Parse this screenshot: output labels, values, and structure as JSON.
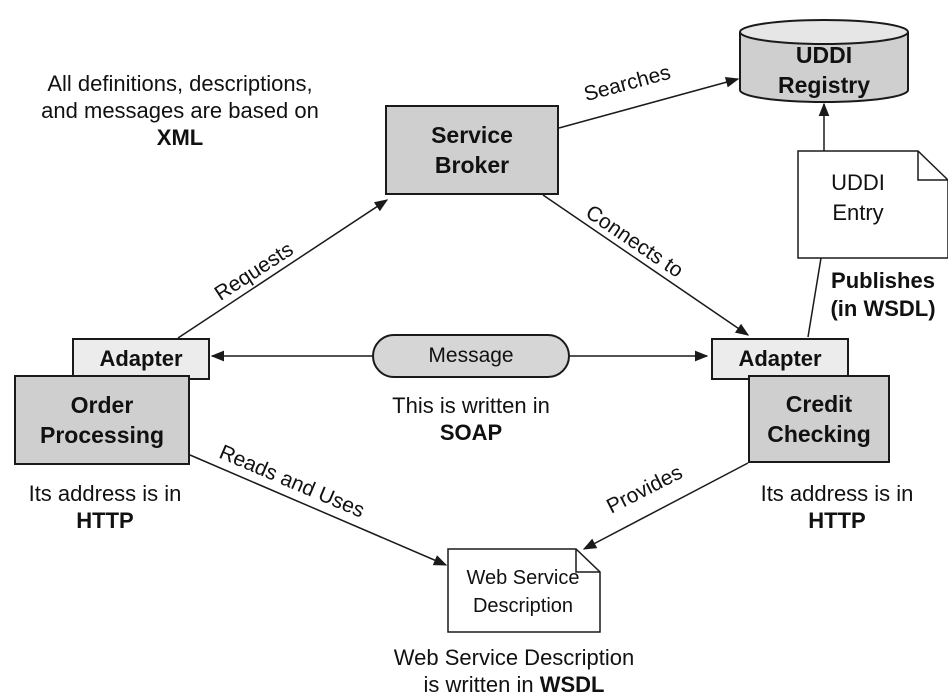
{
  "note": {
    "line1": "All definitions, descriptions,",
    "line2": "and messages are based on",
    "line3": "XML"
  },
  "service_broker": {
    "line1": "Service",
    "line2": "Broker"
  },
  "uddi_registry": {
    "line1": "UDDI",
    "line2": "Registry"
  },
  "uddi_entry": {
    "line1": "UDDI",
    "line2": "Entry"
  },
  "publishes": {
    "line1": "Publishes",
    "line2": "(in WSDL)"
  },
  "edges": {
    "searches": "Searches",
    "requests": "Requests",
    "connects_to": "Connects to",
    "reads_and_uses": "Reads and Uses",
    "provides": "Provides"
  },
  "left_adapter": "Adapter",
  "right_adapter": "Adapter",
  "order_processing": {
    "line1": "Order",
    "line2": "Processing"
  },
  "credit_checking": {
    "line1": "Credit",
    "line2": "Checking"
  },
  "message": "Message",
  "soap_note": {
    "line1": "This is written in",
    "line2": "SOAP"
  },
  "left_address": {
    "line1": "Its address is in",
    "line2": "HTTP"
  },
  "right_address": {
    "line1": "Its address is in",
    "line2": "HTTP"
  },
  "wsd_doc": {
    "line1": "Web Service",
    "line2": "Description"
  },
  "wsdl_note": {
    "line1": "Web Service Description",
    "line2_prefix": "is written in ",
    "line2_bold": "WSDL"
  }
}
